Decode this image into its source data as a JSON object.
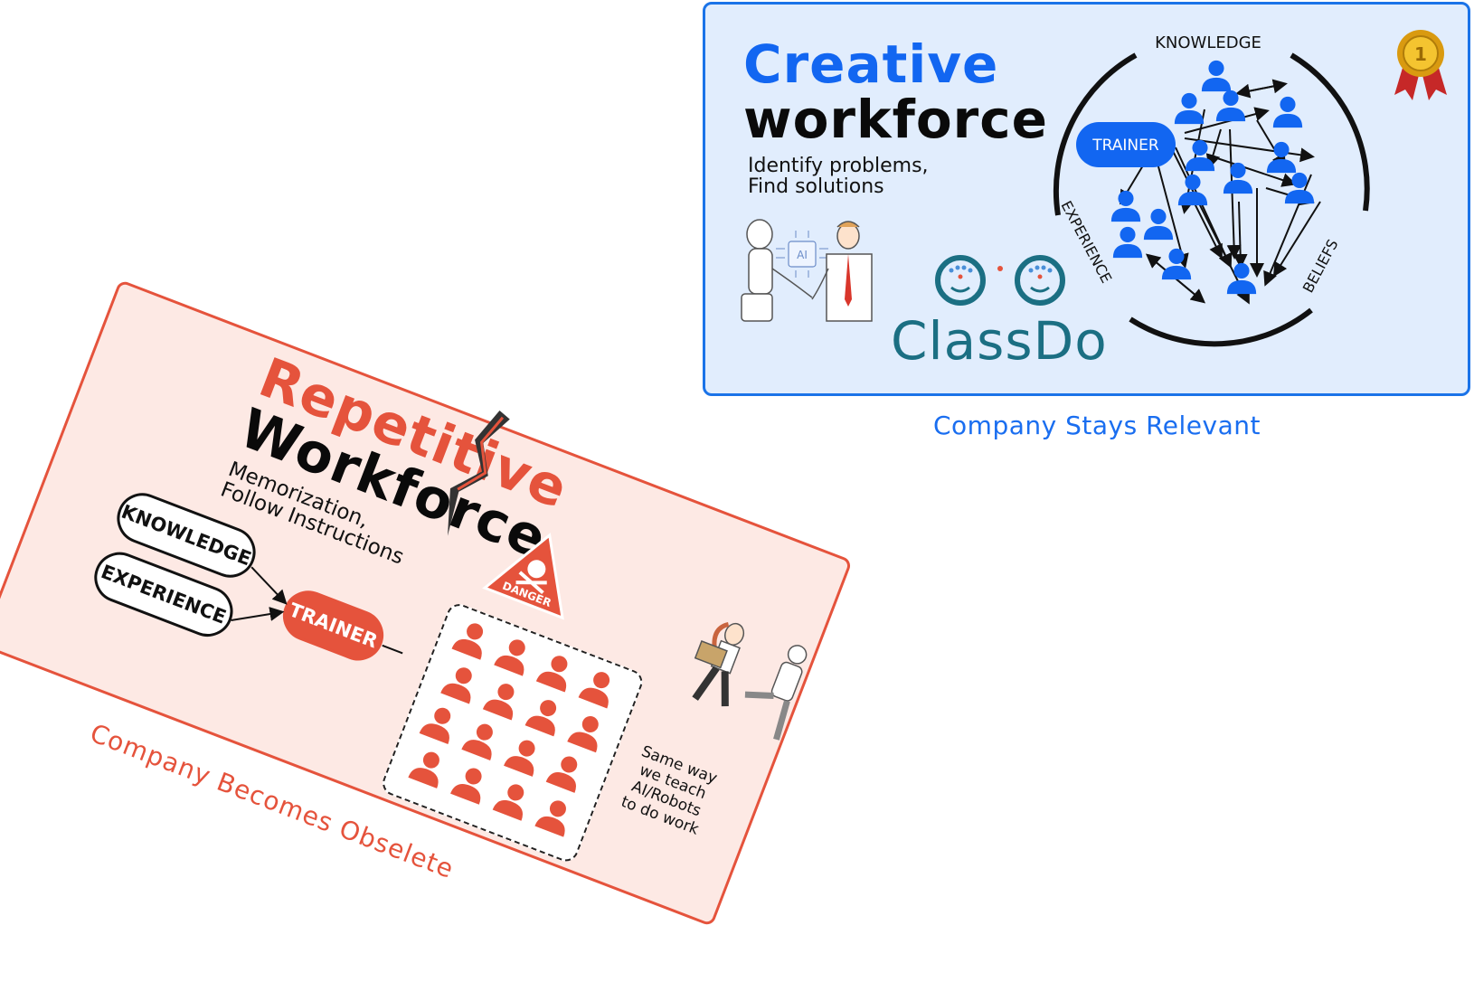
{
  "creative": {
    "title_line1": "Creative",
    "title_line2": "workforce",
    "subtitle": "Identify problems,\nFind solutions",
    "trainer_label": "TRAINER",
    "ring_labels": {
      "top": "KNOWLEDGE",
      "left": "EXPERIENCE",
      "right": "BELIEFS"
    },
    "ai_chip_label": "AI",
    "brand": "ClassDo",
    "caption": "Company Stays Relevant",
    "accent_color": "#1266f1"
  },
  "repetitive": {
    "title_line1": "Repetitive",
    "title_line2": "Workforce",
    "subtitle": "Memorization,\nFollow Instructions",
    "inputs": [
      "KNOWLEDGE",
      "EXPERIENCE"
    ],
    "trainer_label": "TRAINER",
    "danger_label": "DANGER",
    "note": "Same way\nwe teach\nAI/Robots\nto do work",
    "caption": "Company Becomes Obselete",
    "accent_color": "#e5533c"
  },
  "icons": [
    "crack-icon",
    "danger-skull-icon",
    "gold-medal-icon",
    "robot-handshake-illustration",
    "robot-kicking-worker-illustration",
    "classdo-logo-icon",
    "people-icon"
  ]
}
